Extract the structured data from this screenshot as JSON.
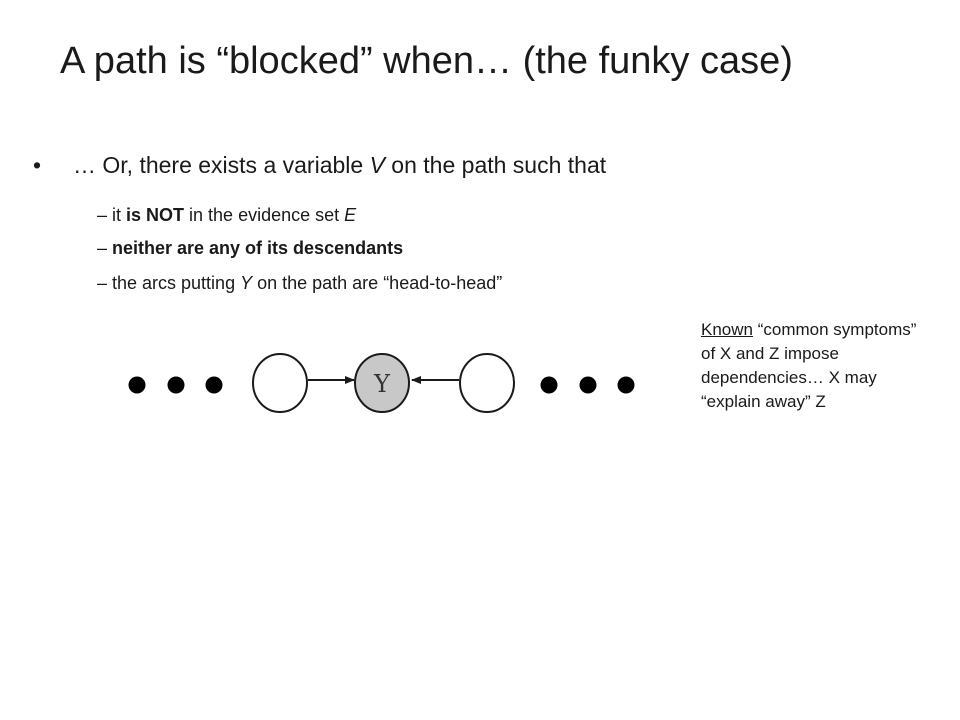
{
  "slide": {
    "title": "A path is “blocked” when…   (the funky case)",
    "bullet": {
      "marker": "•",
      "prefix": "… Or, there exists a variable ",
      "variable": "V",
      "suffix": " on the path such that"
    },
    "subitems": [
      {
        "dash": "–",
        "pre": "it ",
        "bold": "is NOT",
        "mid": " in the evidence set ",
        "italic": "E",
        "post": ""
      },
      {
        "dash": "–",
        "bold": "neither are any of its descendants"
      },
      {
        "dash": "–",
        "pre": "the arcs putting ",
        "italic": "Y",
        "post": " on the path are “head-to-head”"
      }
    ],
    "diagram": {
      "center_node_label": "Y",
      "center_node_fill": "#c8c8c8"
    },
    "side_note": {
      "known": "Known",
      "rest": "  “common symptoms” of X and Z impose dependencies…  X may “explain away” Z"
    }
  }
}
